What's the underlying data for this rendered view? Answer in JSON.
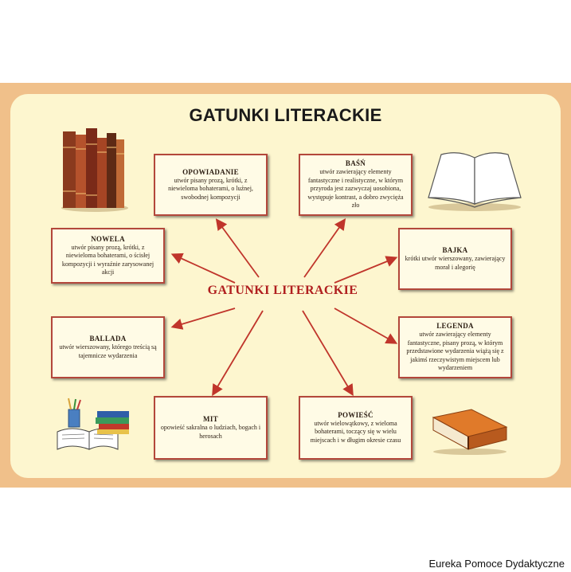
{
  "title": "GATUNKI LITERACKIE",
  "center_label": "GATUNKI LITERACKIE",
  "genres": {
    "opowiadanie": {
      "name": "OPOWIADANIE",
      "desc": "utwór pisany prozą, krótki, z niewieloma bohaterami, o luźnej, swobodnej kompozycji"
    },
    "basn": {
      "name": "BAŚŃ",
      "desc": "utwór zawierający elementy fantastyczne i realistyczne, w którym przyroda jest zazwyczaj uosobiona, występuje kontrast, a dobro zwycięża zło"
    },
    "nowela": {
      "name": "NOWELA",
      "desc": "utwór pisany prozą, krótki, z niewieloma bohaterami, o ścisłej kompozycji i wyraźnie zarysowanej akcji"
    },
    "bajka": {
      "name": "BAJKA",
      "desc": "krótki utwór wierszowany, zawierający morał i alegorię"
    },
    "ballada": {
      "name": "BALLADA",
      "desc": "utwór wierszowany, którego treścią są tajemnicze wydarzenia"
    },
    "legenda": {
      "name": "LEGENDA",
      "desc": "utwór zawierający elementy fantastyczne, pisany prozą, w którym przedstawione wydarzenia wiążą się z jakimś rzeczywistym miejscem lub wydarzeniem"
    },
    "mit": {
      "name": "MIT",
      "desc": "opowieść sakralna o ludziach, bogach i herosach"
    },
    "powiesc": {
      "name": "POWIEŚĆ",
      "desc": "utwór wielowątkowy, z wieloma bohaterami, toczący się w wielu miejscach i w długim okresie czasu"
    }
  },
  "watermark": "Eureka Pomoce Dydaktyczne",
  "colors": {
    "accent_red": "#b01f1f",
    "box_border": "#b3473b",
    "panel": "#fdf6cf",
    "frame": "#f0c08a"
  }
}
